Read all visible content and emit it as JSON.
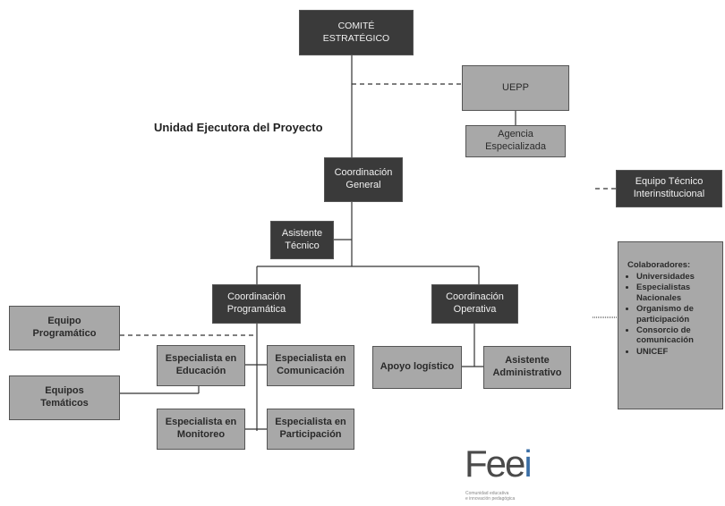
{
  "title": "Unidad Ejecutora del Proyecto",
  "nodes": {
    "comite": "COMITÉ\nESTRATÉGICO",
    "uepp": "UEPP",
    "agencia": "Agencia\nEspecializada",
    "coord_general": "Coordinación\nGeneral",
    "asistente_tecnico": "Asistente\nTécnico",
    "equipo_tecnico": "Equipo Técnico\nInterinstitucional",
    "coord_programatica": "Coordinación\nProgramática",
    "coord_operativa": "Coordinación\nOperativa",
    "equipo_programatico": "Equipo\nProgramático",
    "equipos_tematicos": "Equipos\nTemáticos",
    "esp_educacion": "Especialista en\nEducación",
    "esp_comunicacion": "Especialista en\nComunicación",
    "esp_monitoreo": "Especialista en\nMonitoreo",
    "esp_participacion": "Especialista en\nParticipación",
    "apoyo_logistico": "Apoyo logístico",
    "asistente_administrativo": "Asistente\nAdministrativo"
  },
  "colaboradores": {
    "title": "Colaboradores:",
    "items": [
      "Universidades",
      "Especialistas Nacionales",
      "Organismo de participación",
      "Consorcio de comunicación",
      "UNICEF"
    ]
  },
  "logo": {
    "text_main": "Fee",
    "text_accent": "i",
    "tagline": "Comunidad educativa\ne innovación pedagógica"
  },
  "colors": {
    "dark_box": "#3a3a3a",
    "light_box": "#a8a8a8",
    "logo_accent": "#3a6ea5"
  }
}
